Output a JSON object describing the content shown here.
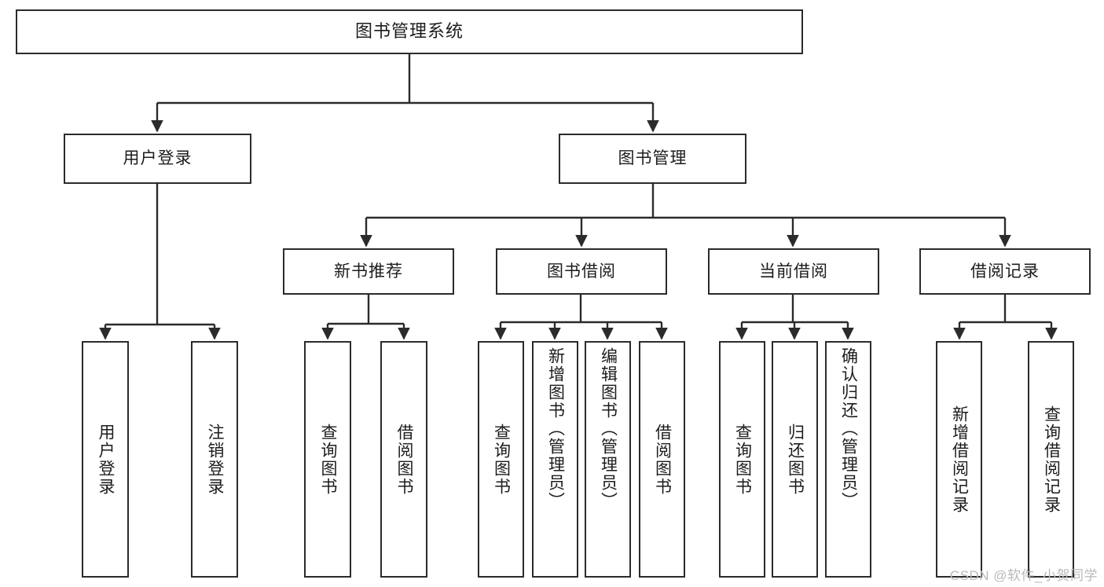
{
  "diagram": {
    "title": "图书管理系统",
    "type": "tree",
    "colors": {
      "box_border": "#2b2b2b",
      "box_fill": "#ffffff",
      "edge": "#2b2b2b",
      "text": "#1c1c1c",
      "watermark": "#b9b9b9",
      "background": "#ffffff"
    },
    "root": {
      "label": "图书管理系统"
    },
    "level2": [
      {
        "label": "用户登录"
      },
      {
        "label": "图书管理"
      }
    ],
    "level3": [
      {
        "label": "新书推荐"
      },
      {
        "label": "图书借阅"
      },
      {
        "label": "当前借阅"
      },
      {
        "label": "借阅记录"
      }
    ],
    "leaves": {
      "user_login": [
        {
          "label": "用户登录"
        },
        {
          "label": "注销登录"
        }
      ],
      "new_book_recommend": [
        {
          "label": "查询图书"
        },
        {
          "label": "借阅图书"
        }
      ],
      "book_borrow": [
        {
          "label": "查询图书"
        },
        {
          "label": "新增图书（管理员）"
        },
        {
          "label": "编辑图书（管理员）"
        },
        {
          "label": "借阅图书"
        }
      ],
      "current_borrow": [
        {
          "label": "查询图书"
        },
        {
          "label": "归还图书"
        },
        {
          "label": "确认归还（管理员）"
        }
      ],
      "borrow_record": [
        {
          "label": "新增借阅记录"
        },
        {
          "label": "查询借阅记录"
        }
      ]
    }
  },
  "watermark": {
    "text": "CSDN @软件_小贺同学"
  }
}
